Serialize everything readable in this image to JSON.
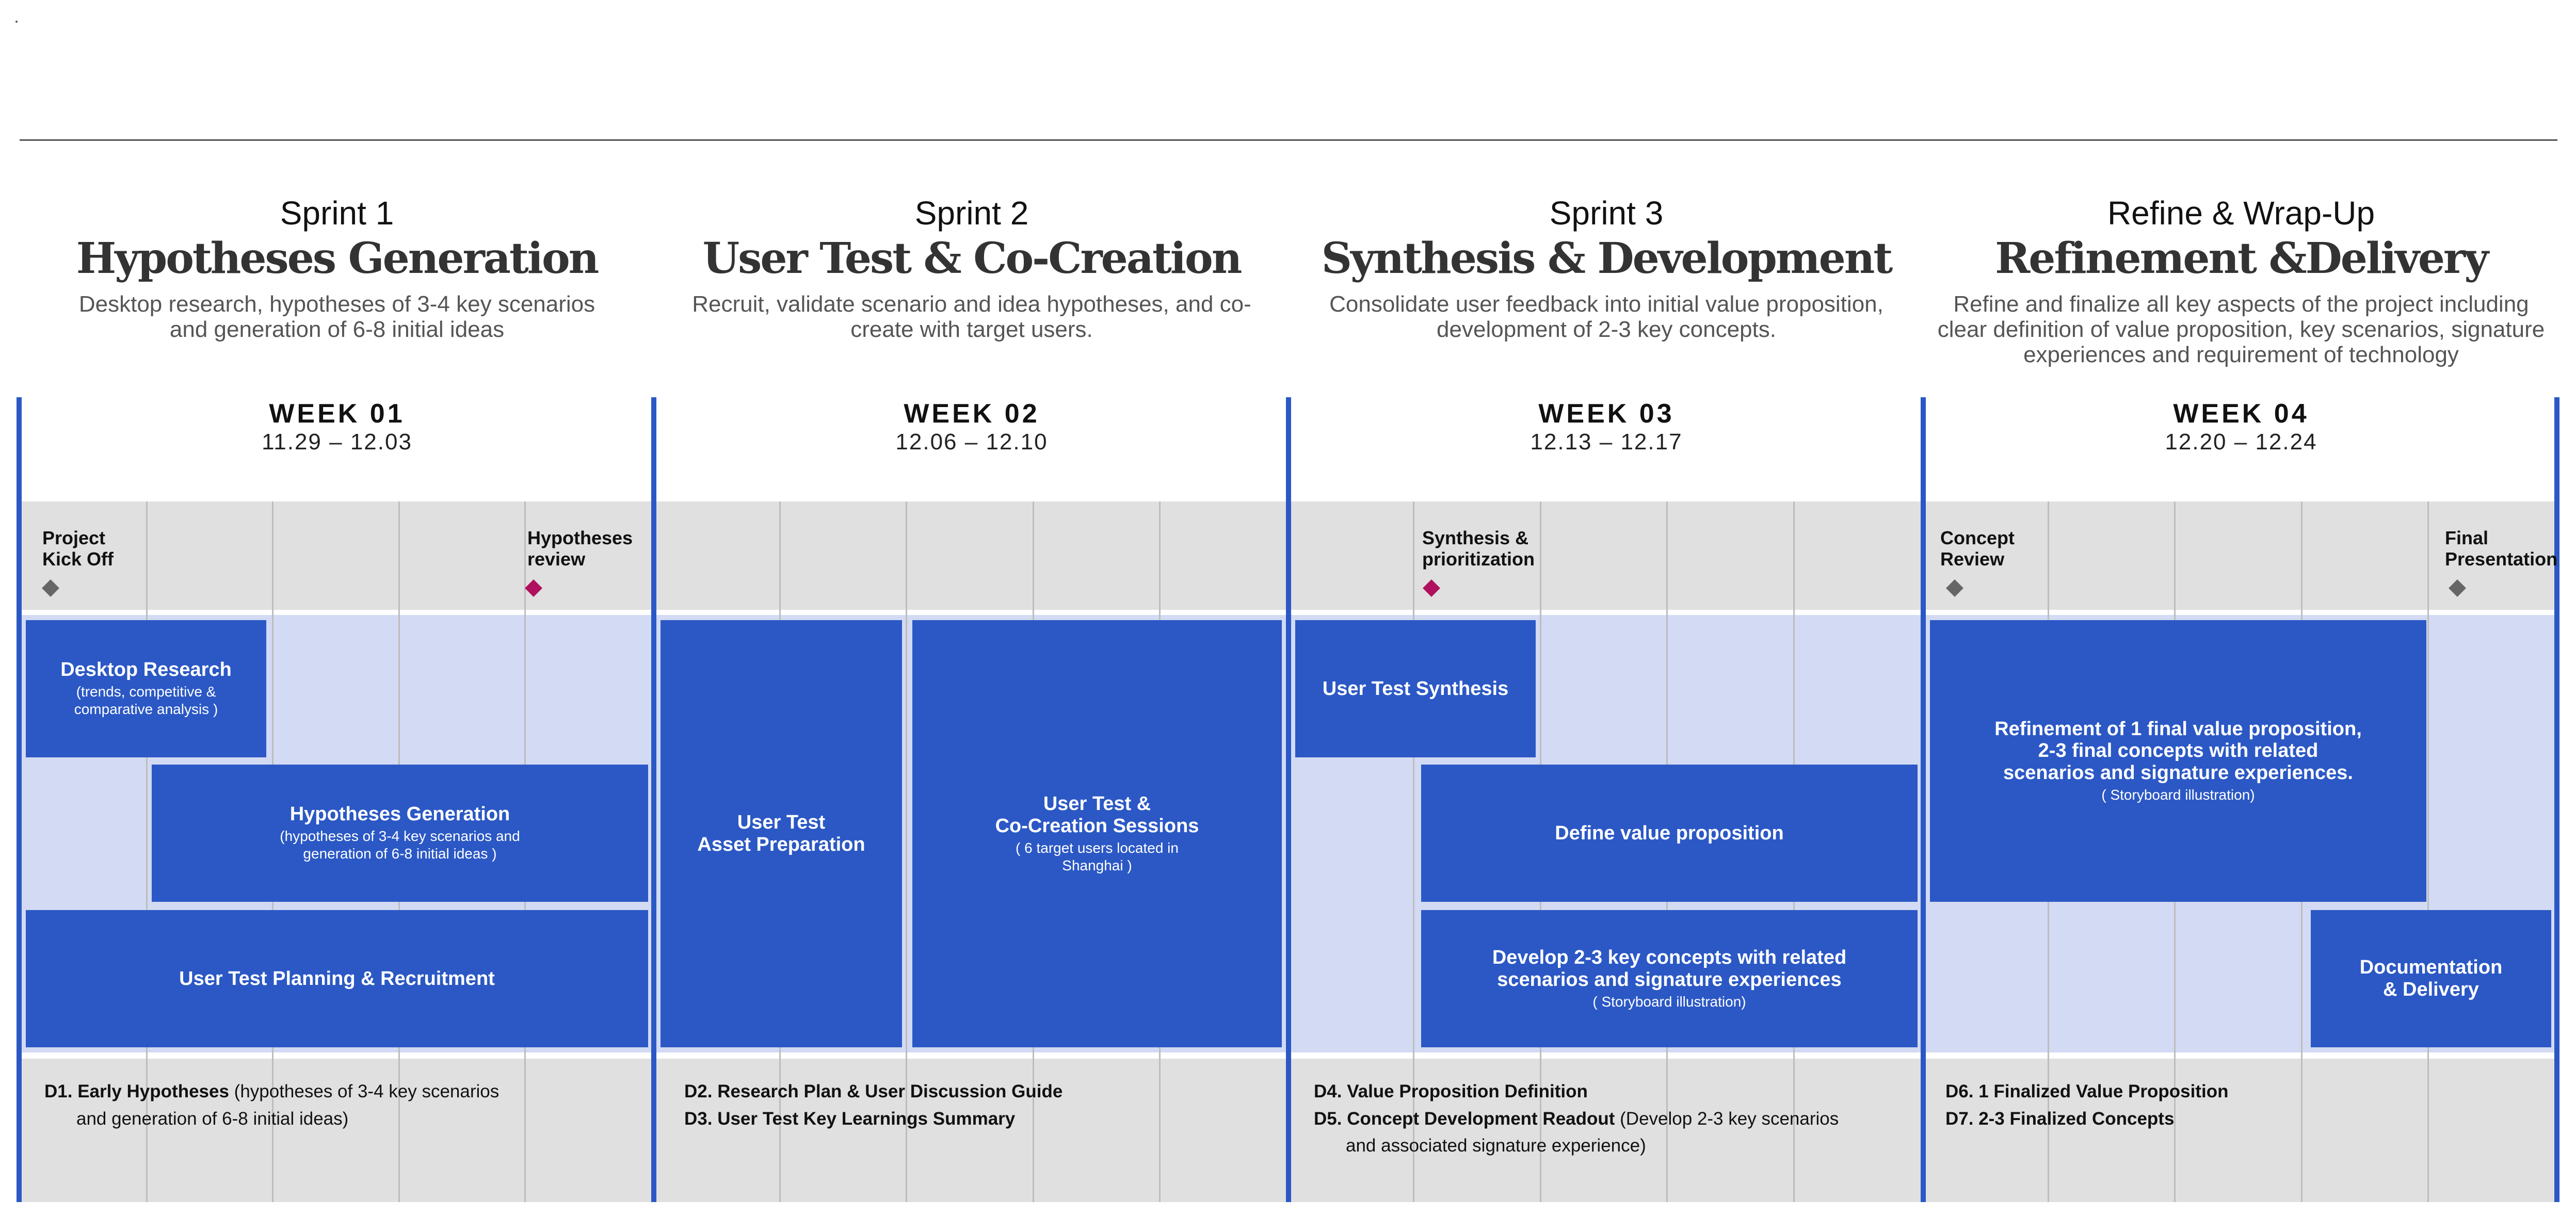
{
  "sprints": [
    {
      "label": "Sprint 1",
      "title": "Hypotheses Generation",
      "desc": [
        "Desktop research, hypotheses of 3-4 key scenarios",
        "and generation of 6-8 initial ideas"
      ]
    },
    {
      "label": "Sprint 2",
      "title": "User Test & Co-Creation",
      "desc": [
        "Recruit, validate scenario and idea hypotheses, and co-",
        "create with target users."
      ]
    },
    {
      "label": "Sprint 3",
      "title": "Synthesis & Development",
      "desc": [
        "Consolidate user feedback into initial value proposition,",
        "development of 2-3 key concepts."
      ]
    },
    {
      "label": "Refine & Wrap-Up",
      "title": "Refinement &Delivery",
      "desc": [
        "Refine and finalize all key aspects of the project including",
        "clear definition of value proposition, key scenarios, signature",
        "experiences and requirement of technology"
      ]
    }
  ],
  "weeks": [
    {
      "label": "WEEK 01",
      "dates": "11.29 – 12.03"
    },
    {
      "label": "WEEK 02",
      "dates": "12.06 – 12.10"
    },
    {
      "label": "WEEK 03",
      "dates": "12.13 – 12.17"
    },
    {
      "label": "WEEK 04",
      "dates": "12.20 – 12.24"
    }
  ],
  "milestones": [
    {
      "label": "Project\nKick Off",
      "color": "#666666"
    },
    {
      "label": "Hypotheses\nreview",
      "color": "#b0115e"
    },
    {
      "label": "Synthesis &\nprioritization",
      "color": "#b0115e"
    },
    {
      "label": "Concept\nReview",
      "color": "#666666"
    },
    {
      "label": "Final\nPresentation",
      "color": "#666666"
    }
  ],
  "tasks": [
    {
      "title": "Desktop Research",
      "sub": "(trends, competitive &\ncomparative analysis )"
    },
    {
      "title": "Hypotheses Generation",
      "sub": "(hypotheses of 3-4 key scenarios and\ngeneration of 6-8 initial ideas  )"
    },
    {
      "title": "User Test Planning & Recruitment",
      "sub": ""
    },
    {
      "title": "User Test\nAsset Preparation",
      "sub": ""
    },
    {
      "title": "User Test &\nCo-Creation Sessions",
      "sub": "( 6 target users located in\nShanghai  )"
    },
    {
      "title": "User Test Synthesis",
      "sub": ""
    },
    {
      "title": "Define value proposition",
      "sub": ""
    },
    {
      "title": "Develop 2-3 key concepts with related\nscenarios and signature experiences",
      "sub": "( Storyboard illustration)"
    },
    {
      "title": "Refinement of 1 final value proposition,\n2-3 final concepts with related\nscenarios and signature experiences.",
      "sub": "( Storyboard illustration)"
    },
    {
      "title": "Documentation\n& Delivery",
      "sub": ""
    }
  ],
  "deliverables": {
    "d1_bold": "D1. Early Hypotheses",
    "d1_rest": " (hypotheses of 3-4 key scenarios",
    "d1_line2": "and generation of 6-8 initial ideas)",
    "d2": "D2. Research Plan & User Discussion Guide",
    "d3": "D3. User Test Key Learnings Summary",
    "d4": "D4. Value Proposition Definition",
    "d5_bold": "D5. Concept Development Readout",
    "d5_rest": " (Develop 2-3 key scenarios",
    "d5_line2": "and associated signature experience)",
    "d6": "D6. 1 Finalized Value Proposition",
    "d7": "D7.  2-3 Finalized Concepts"
  }
}
